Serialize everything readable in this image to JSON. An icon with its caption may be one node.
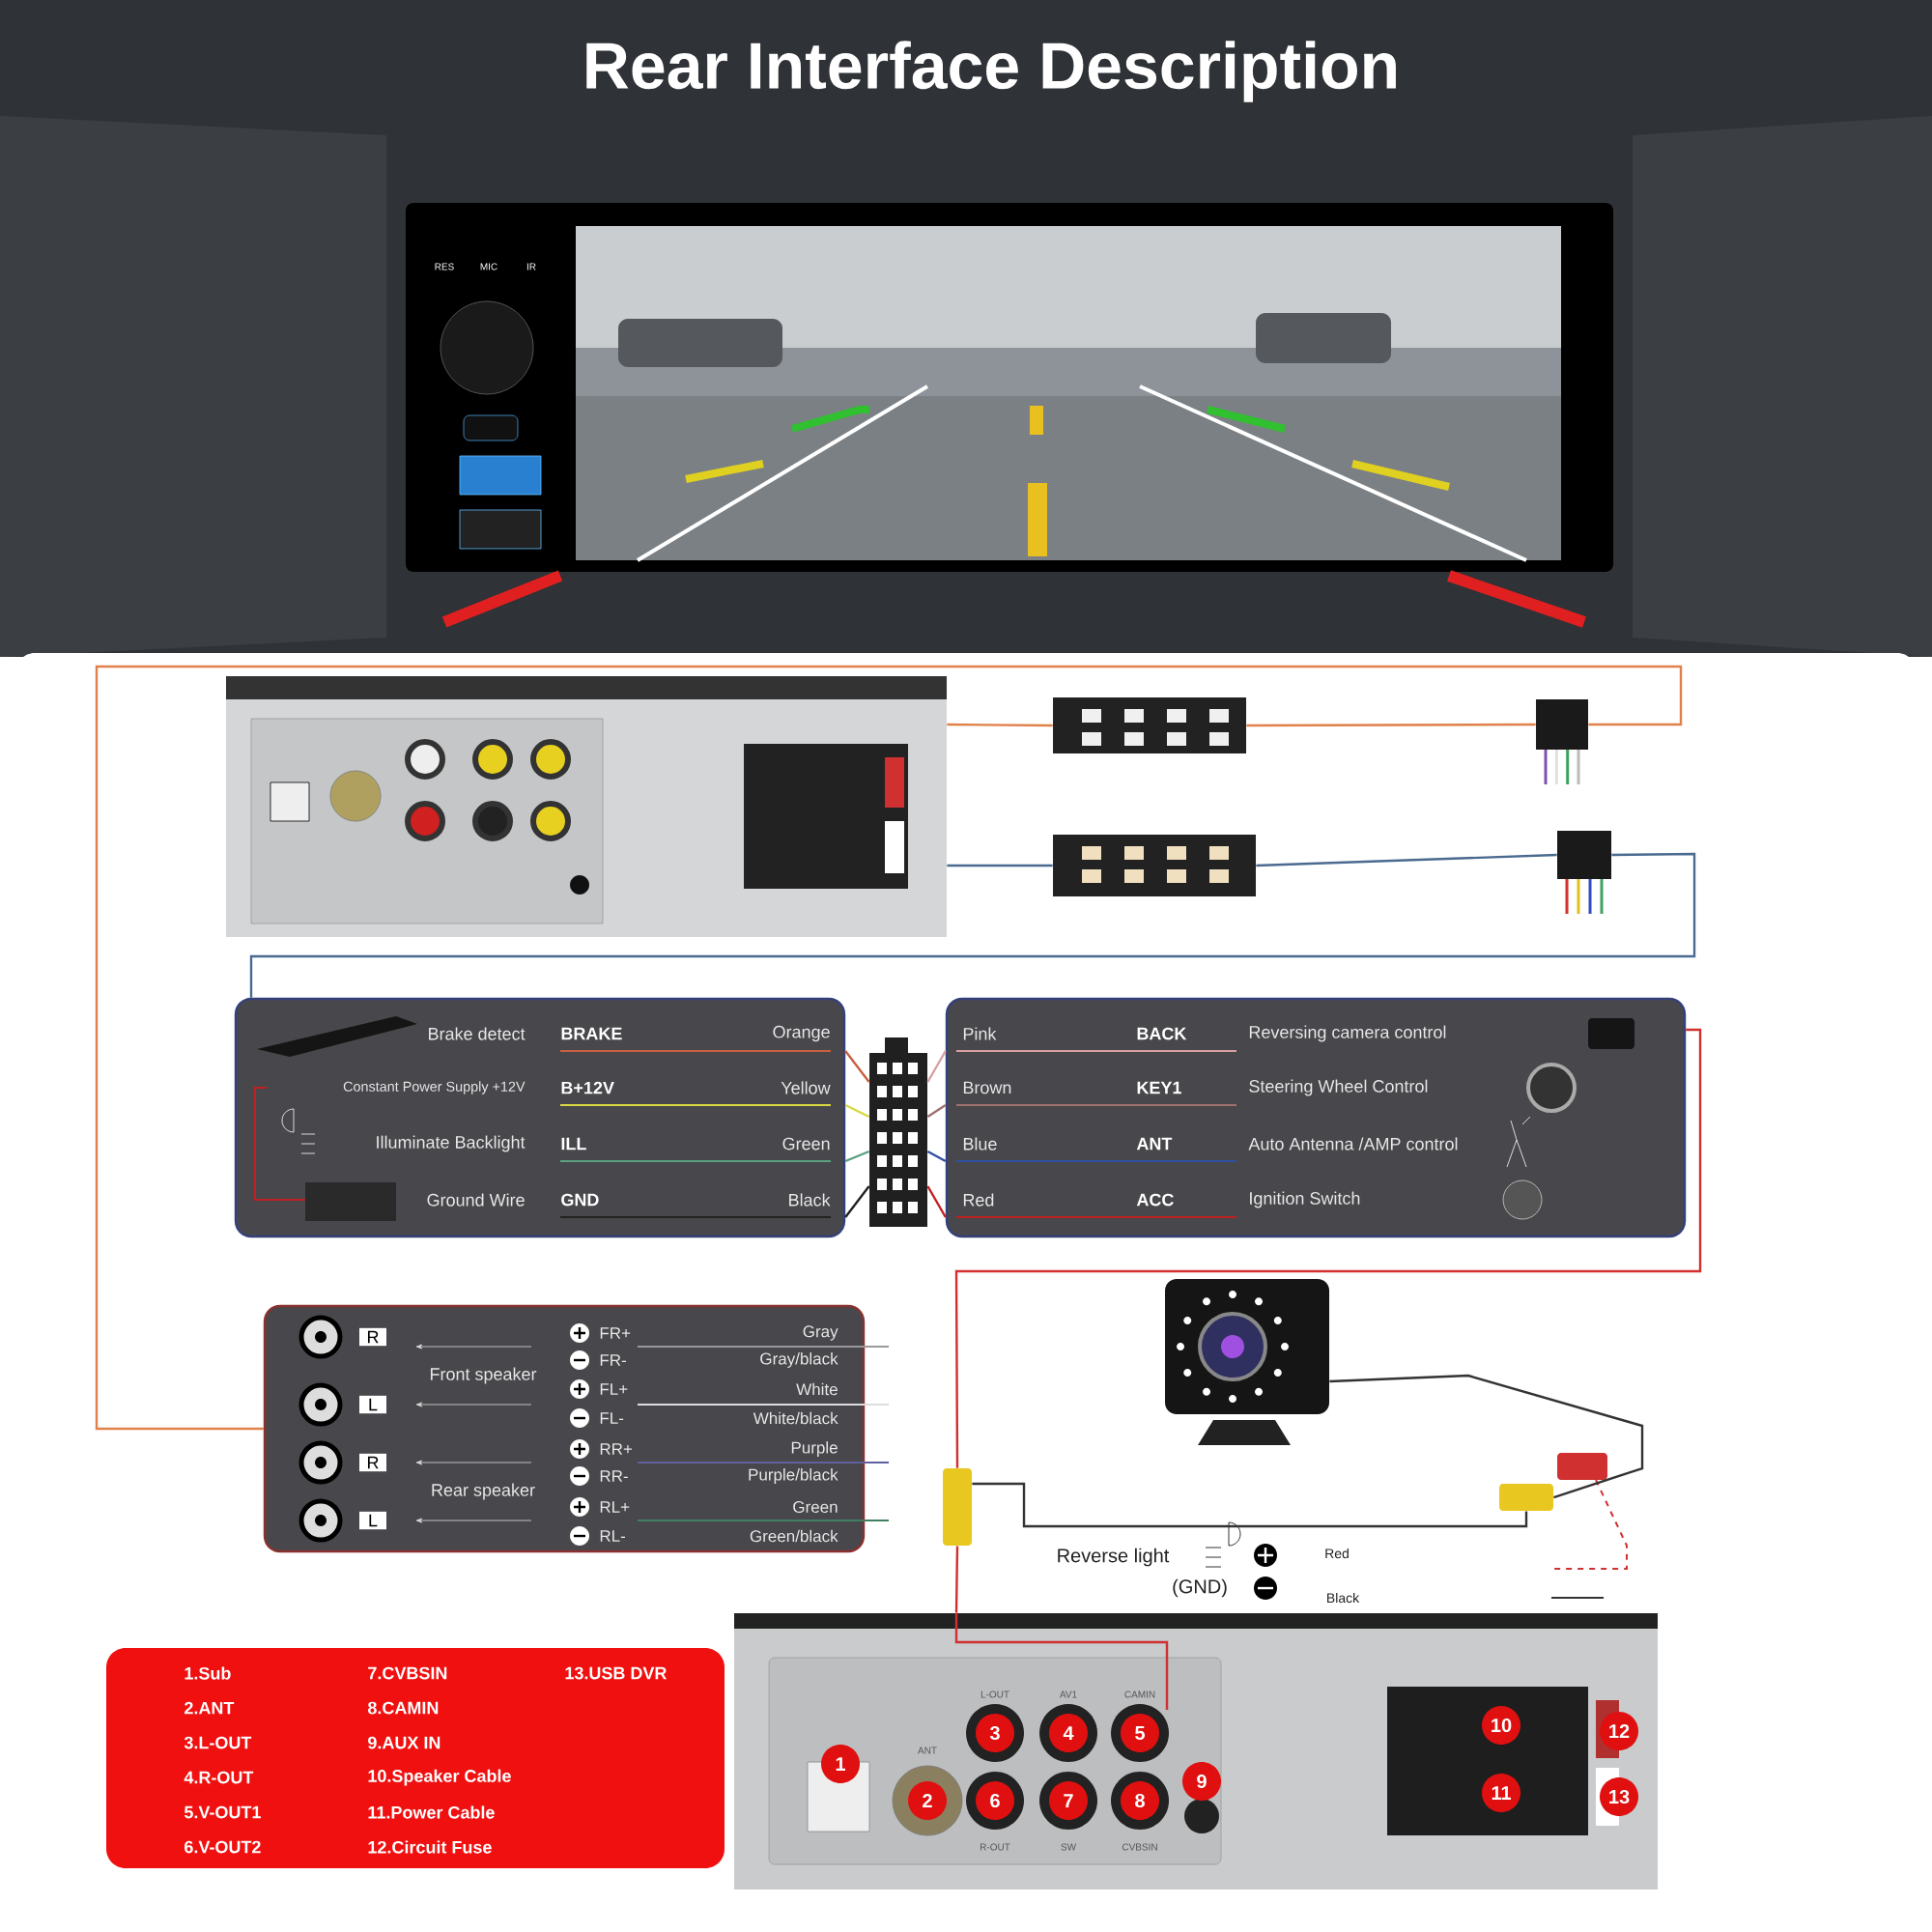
{
  "diagram": {
    "title": "Rear Interface Description",
    "nodes": [
      {
        "text": [],
        "shape": "picture"
      },
      {
        "text": [],
        "shape": "picture"
      },
      {
        "text": [],
        "shape": "picture"
      },
      {
        "text": [],
        "shape": "picture"
      },
      {
        "text": [],
        "shape": "picture"
      },
      {
        "text": [
          "Brake detect",
          "BRAKE",
          "Orange",
          "Constant Power Supply +12V",
          "B+12V",
          "Yellow",
          "Illuminate Backlight",
          "ILL",
          "Green",
          "Ground Wire",
          "GND",
          "Black"
        ]
      },
      {
        "text": [],
        "shape": "picture"
      },
      {
        "text": [
          "Pink",
          "BACK",
          "Reversing camera control",
          "Brown",
          "KEY1",
          "Steering Wheel Control",
          "Blue",
          "ANT",
          "Auto Antenna /AMP control",
          "Red",
          "ACC",
          "Ignition Switch"
        ]
      },
      {
        "text": [
          "R",
          "Front speaker",
          "L",
          "R",
          "Rear speaker",
          "L",
          "FR+",
          "Gray",
          "FR-",
          "Gray/black",
          "FL+",
          "White",
          "FL-",
          "White/black",
          "RR+",
          "Purple",
          "RR-",
          "Purple/black",
          "RL+",
          "Green",
          "RL-",
          "Green/black"
        ]
      },
      {
        "text": [],
        "shape": "picture"
      },
      {
        "text": [],
        "shape": "box"
      },
      {
        "text": [],
        "shape": "box"
      },
      {
        "text": [
          "1.Sub",
          "2.ANT",
          "3.L-OUT",
          "4.R-OUT",
          "5.V-OUT1",
          "6.V-OUT2",
          "7.CVBSIN",
          "8.CAMIN",
          "9.AUX IN",
          "10.Speaker Cable",
          "11.Power Cable",
          "12.Circuit Fuse",
          "13.USB DVR"
        ]
      },
      {
        "text": [],
        "shape": "picture"
      }
    ],
    "edges": [
      {
        "from": 0,
        "to": 1,
        "arrow": "none",
        "color": "#e0804a"
      },
      {
        "from": 0,
        "to": 2,
        "arrow": "none",
        "color": "#4a6a90"
      },
      {
        "from": 1,
        "to": 3,
        "arrow": "none",
        "color": "#e0804a"
      },
      {
        "from": 2,
        "to": 4,
        "arrow": "none",
        "color": "#4a6a90"
      },
      {
        "from": 3,
        "to": 8,
        "arrow": "none",
        "color": "#e0804a"
      },
      {
        "from": 4,
        "to": 5,
        "arrow": "none",
        "color": "#4a6a90"
      },
      {
        "from": 5,
        "to": 6,
        "arrow": "none",
        "color": "#c86040"
      },
      {
        "from": 5,
        "to": 6,
        "arrow": "none",
        "color": "#d8d840"
      },
      {
        "from": 5,
        "to": 6,
        "arrow": "none",
        "color": "#5aa080"
      },
      {
        "from": 5,
        "to": 6,
        "arrow": "none",
        "color": "#222222"
      },
      {
        "from": 7,
        "to": 6,
        "arrow": "none",
        "color": "#d8a0a0"
      },
      {
        "from": 7,
        "to": 6,
        "arrow": "none",
        "color": "#a07070"
      },
      {
        "from": 7,
        "to": 6,
        "arrow": "none",
        "color": "#3050a0"
      },
      {
        "from": 7,
        "to": 6,
        "arrow": "none",
        "color": "#c02020"
      },
      {
        "from": 7,
        "to": 10,
        "arrow": "none",
        "color": "#d03030"
      },
      {
        "from": 10,
        "to": 13,
        "arrow": "none",
        "color": "#d03030"
      },
      {
        "from": 9,
        "to": 11,
        "arrow": "none",
        "color": "#333333"
      },
      {
        "from": 10,
        "to": 11,
        "arrow": "none",
        "color": "#333333"
      }
    ],
    "labels": [
      "RES",
      "MIC",
      "IR",
      "Reverse light",
      "(GND)",
      "Red",
      "Black",
      "L-OUT",
      "AV1",
      "CAMIN",
      "ANT",
      "1",
      "2",
      "3",
      "4",
      "5",
      "9",
      "10",
      "12",
      "6",
      "7",
      "8",
      "11",
      "13",
      "R-OUT",
      "SW",
      "CVBSIN"
    ]
  }
}
